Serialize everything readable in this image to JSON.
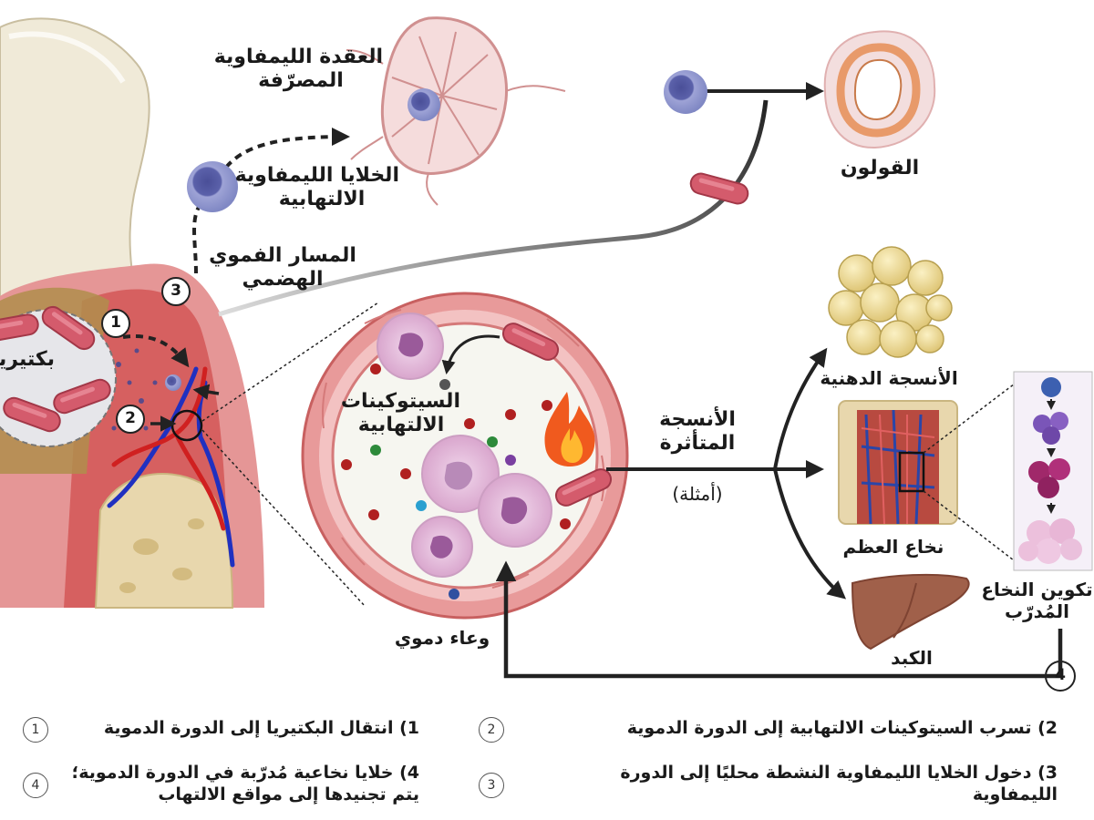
{
  "labels": {
    "lymph_node": "العقدة الليمفاوية المصرّفة",
    "lymph_node_line1": "العقدة الليمفاوية",
    "lymph_node_line2": "المصرّفة",
    "inflam_lymph_line1": "الخلايا الليمفاوية",
    "inflam_lymph_line2": "الالتهابية",
    "colon": "القولون",
    "oral_gut_line1": "المسار الفموي",
    "oral_gut_line2": "الهضمي",
    "bacteria": "بكتيريا",
    "cytokines_line1": "السيتوكينات",
    "cytokines_line2": "الالتهابية",
    "affected_line1": "الأنسجة",
    "affected_line2": "المتأثرة",
    "examples": "(أمثلة)",
    "adipose": "الأنسجة الدهنية",
    "bone_marrow": "نخاع العظم",
    "liver": "الكبد",
    "blood_vessel": "وعاء دموي",
    "trained_line1": "تكوين النخاع",
    "trained_line2": "المُدرّب"
  },
  "markers": [
    "1",
    "2",
    "3",
    "4"
  ],
  "legend": [
    {
      "num": "1",
      "text": "1) انتقال البكتيريا إلى الدورة الدموية"
    },
    {
      "num": "2",
      "text": "2) تسرب السيتوكينات الالتهابية إلى الدورة الدموية"
    },
    {
      "num": "3",
      "line1": "3) دخول الخلايا الليمفاوية النشطة محليًا إلى الدورة",
      "line2": "الليمفاوية"
    },
    {
      "num": "4",
      "line1": "4) خلايا نخاعية مُدرّبة في الدورة الدموية؛",
      "line2": "يتم تجنيدها إلى مواقع الالتهاب"
    }
  ],
  "icons": [
    "tooth-icon",
    "gum-tissue-icon",
    "bacteria-icon",
    "lymphocyte-icon",
    "lymph-node-icon",
    "colon-icon",
    "blood-vessel-icon",
    "neutrophil-icon",
    "flame-icon",
    "adipose-tissue-icon",
    "bone-marrow-icon",
    "liver-icon",
    "myelopoiesis-icon"
  ],
  "colors": {
    "gum": "#e8a0a0",
    "gum_dark": "#c94a4a",
    "tooth": "#f0ead8",
    "bone": "#e8d7ad",
    "bacteria": "#d45b6c",
    "lymphocyte": "#8a90c8",
    "neutrophil": "#e8c8e0",
    "fat": "#f0dd90",
    "liver": "#a0604a",
    "vessel_red": "#d02020",
    "vessel_blue": "#2030c0",
    "arrow": "#222222"
  }
}
